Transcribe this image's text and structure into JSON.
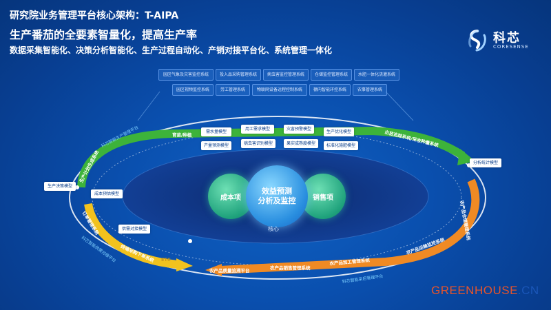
{
  "titles": {
    "line1": "研究院业务管理平台核心架构：T-AIPA",
    "line2": "生产番茄的全要素智量化，提高生产率",
    "line3": "数据采集智能化、决策分析智能化、生产过程自动化、产销对接平台化、系统管理一体化"
  },
  "logo": {
    "name_cn": "科芯",
    "name_en": "CORESENSE"
  },
  "systems_row1": [
    "园区气象及灾害监控系统",
    "投入品采购管理系统",
    "病虫害监控管理系统",
    "仓储监控管理系统",
    "水肥一体化浇灌系统"
  ],
  "systems_row2": [
    "园区视频监控系统",
    "劳工管理系统",
    "物联网设备远程控制系统",
    "棚内智能环控系统",
    "农事管理系统"
  ],
  "models_top": [
    "需水量模型",
    "用工需求模型",
    "灾害预警模型",
    "生产优化模型"
  ],
  "models_bottom": [
    "产量预测模型",
    "病虫害识别模型",
    "果实成熟度模型",
    "标准化施肥模型"
  ],
  "side_models": {
    "left_decision": "生产决策模型",
    "cost_estimate": "成本预估模型",
    "match": "供需对接模型",
    "right_stats": "分析统计模型"
  },
  "arrow_labels": {
    "seedling": "育苗/种植",
    "plan": "生产计划生成系统",
    "shipping": "出苗追踪系统/采收种量系统",
    "warehouse": "农产品仓储管理系统",
    "transport": "农产品运输监控系统",
    "processing": "农产品加工管理系统",
    "sales": "农产品销售管理系统",
    "quality": "农产品质量追溯平台",
    "order": "订单管理系统",
    "purchase": "终端采购下单系统",
    "etc": "ETC"
  },
  "curved_labels": {
    "top_left": "科芯智能生产管理平台",
    "bottom_left": "科芯智能供需对接平台",
    "bottom": "科芯智能采后管理平台"
  },
  "center": {
    "cost": "成本项",
    "main_line1": "效益预测",
    "main_line2": "分析及监控",
    "sales": "销售项",
    "core": "核心"
  },
  "footer": {
    "part1": "GREENHOUSE",
    "part2": ".CN"
  },
  "colors": {
    "green": "#3db33a",
    "orange": "#f08a24",
    "yellow": "#f2c21e",
    "footer_red": "#e8542a",
    "footer_blue": "#1a56b8"
  }
}
